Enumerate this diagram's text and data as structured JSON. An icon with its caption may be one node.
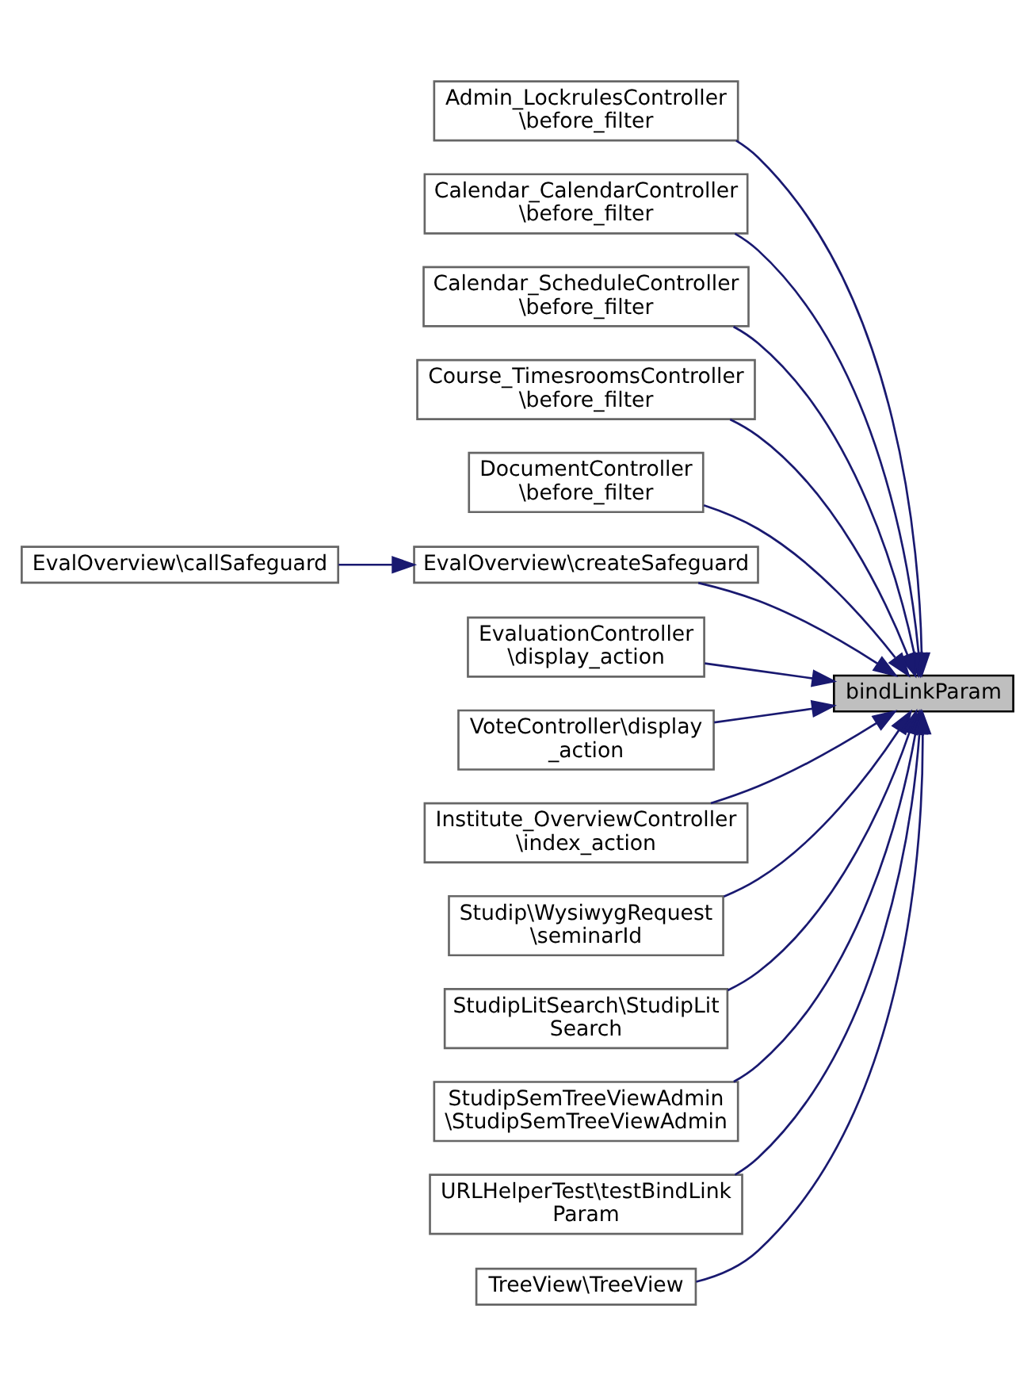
{
  "diagram": {
    "nodes": [
      {
        "text": [
          "Admin_LockrulesController \\before_filter"
        ]
      },
      {
        "text": [
          "Calendar_CalendarController \\before_filter"
        ]
      },
      {
        "text": [
          "Calendar_ScheduleController \\before_filter"
        ]
      },
      {
        "text": [
          "Course_TimesroomsController \\before_filter"
        ]
      },
      {
        "text": [
          "DocumentController \\before_filter"
        ]
      },
      {
        "text": [
          "EvalOverview\\callSafeguard"
        ]
      },
      {
        "text": [
          "EvalOverview\\createSafeguard"
        ]
      },
      {
        "text": [
          "EvaluationController \\display_action"
        ]
      },
      {
        "text": [
          "bindLinkParam"
        ]
      },
      {
        "text": [
          "VoteController\\display _action"
        ]
      },
      {
        "text": [
          "Institute_OverviewController \\index_action"
        ]
      },
      {
        "text": [
          "Studip\\WysiwygRequest \\seminarId"
        ]
      },
      {
        "text": [
          "StudipLitSearch\\StudipLit Search"
        ]
      },
      {
        "text": [
          "StudipSemTreeViewAdmin \\StudipSemTreeViewAdmin"
        ]
      },
      {
        "text": [
          "URLHelperTest\\testBindLink Param"
        ]
      },
      {
        "text": [
          "TreeView\\TreeView"
        ]
      }
    ],
    "edges": [
      {
        "from": 0,
        "to": 8,
        "arrow": "to"
      },
      {
        "from": 1,
        "to": 8,
        "arrow": "to"
      },
      {
        "from": 2,
        "to": 8,
        "arrow": "to"
      },
      {
        "from": 3,
        "to": 8,
        "arrow": "to"
      },
      {
        "from": 4,
        "to": 8,
        "arrow": "to"
      },
      {
        "from": 5,
        "to": 6,
        "arrow": "to"
      },
      {
        "from": 6,
        "to": 8,
        "arrow": "to"
      },
      {
        "from": 7,
        "to": 8,
        "arrow": "to"
      },
      {
        "from": 9,
        "to": 8,
        "arrow": "to"
      },
      {
        "from": 10,
        "to": 8,
        "arrow": "to"
      },
      {
        "from": 11,
        "to": 8,
        "arrow": "to"
      },
      {
        "from": 12,
        "to": 8,
        "arrow": "to"
      },
      {
        "from": 13,
        "to": 8,
        "arrow": "to"
      },
      {
        "from": 14,
        "to": 8,
        "arrow": "to"
      },
      {
        "from": 15,
        "to": 8,
        "arrow": "to"
      }
    ]
  }
}
